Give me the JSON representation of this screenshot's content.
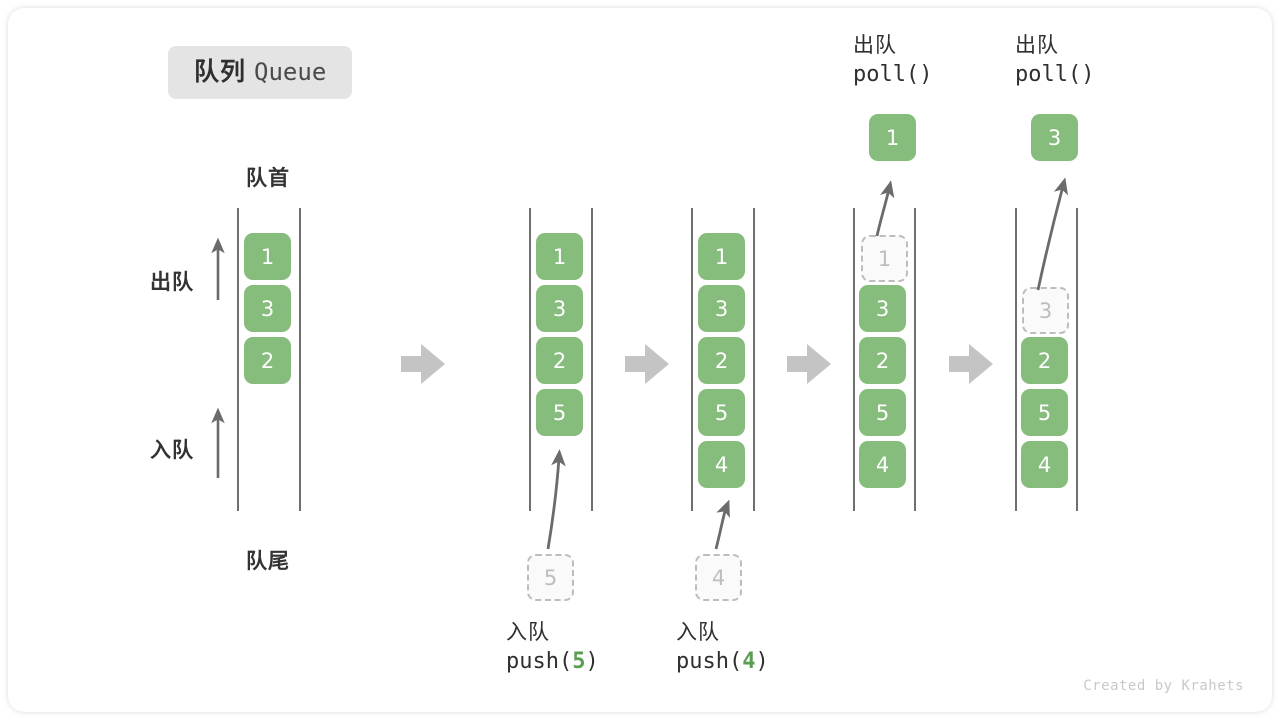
{
  "title": {
    "cn": "队列",
    "en": "Queue"
  },
  "labels": {
    "head": "队首",
    "tail": "队尾",
    "dequeue": "出队",
    "enqueue": "入队"
  },
  "watermark": "Created by Krahets",
  "colors": {
    "cell_fill": "#87bd7c",
    "cell_text": "#ffffff",
    "ghost_fill": "#fafafa",
    "ghost_border": "#bdbdbd",
    "ghost_text": "#bdbdbd",
    "rail": "#6f6f6f",
    "arrow": "#6b6b6b",
    "block_arrow": "#c4c4c4",
    "badge_bg": "#e4e4e4",
    "accent_green": "#5a9e52"
  },
  "operations": [
    {
      "id": "push5",
      "cn": "入队",
      "code_prefix": "push(",
      "code_value": "5",
      "code_suffix": ")"
    },
    {
      "id": "push4",
      "cn": "入队",
      "code_prefix": "push(",
      "code_value": "4",
      "code_suffix": ")"
    },
    {
      "id": "poll1",
      "cn": "出队",
      "code_prefix": "poll(",
      "code_value": "",
      "code_suffix": ")"
    },
    {
      "id": "poll3",
      "cn": "出队",
      "code_prefix": "poll(",
      "code_value": "",
      "code_suffix": ")"
    }
  ],
  "columns": [
    {
      "id": "state-initial",
      "cells": [
        {
          "value": "1",
          "ghost": false
        },
        {
          "value": "3",
          "ghost": false
        },
        {
          "value": "2",
          "ghost": false
        }
      ]
    },
    {
      "id": "state-after-push-5",
      "cells": [
        {
          "value": "1",
          "ghost": false
        },
        {
          "value": "3",
          "ghost": false
        },
        {
          "value": "2",
          "ghost": false
        },
        {
          "value": "5",
          "ghost": false
        }
      ],
      "incoming": {
        "value": "5",
        "ghost": true
      }
    },
    {
      "id": "state-after-push-4",
      "cells": [
        {
          "value": "1",
          "ghost": false
        },
        {
          "value": "3",
          "ghost": false
        },
        {
          "value": "2",
          "ghost": false
        },
        {
          "value": "5",
          "ghost": false
        },
        {
          "value": "4",
          "ghost": false
        }
      ],
      "incoming": {
        "value": "4",
        "ghost": true
      }
    },
    {
      "id": "state-after-poll-1",
      "cells": [
        {
          "value": "1",
          "ghost": true
        },
        {
          "value": "3",
          "ghost": false
        },
        {
          "value": "2",
          "ghost": false
        },
        {
          "value": "5",
          "ghost": false
        },
        {
          "value": "4",
          "ghost": false
        }
      ],
      "outgoing": {
        "value": "1",
        "ghost": false
      }
    },
    {
      "id": "state-after-poll-3",
      "cells": [
        {
          "value": "3",
          "ghost": true
        },
        {
          "value": "2",
          "ghost": false
        },
        {
          "value": "5",
          "ghost": false
        },
        {
          "value": "4",
          "ghost": false
        }
      ],
      "outgoing": {
        "value": "3",
        "ghost": false
      }
    }
  ]
}
